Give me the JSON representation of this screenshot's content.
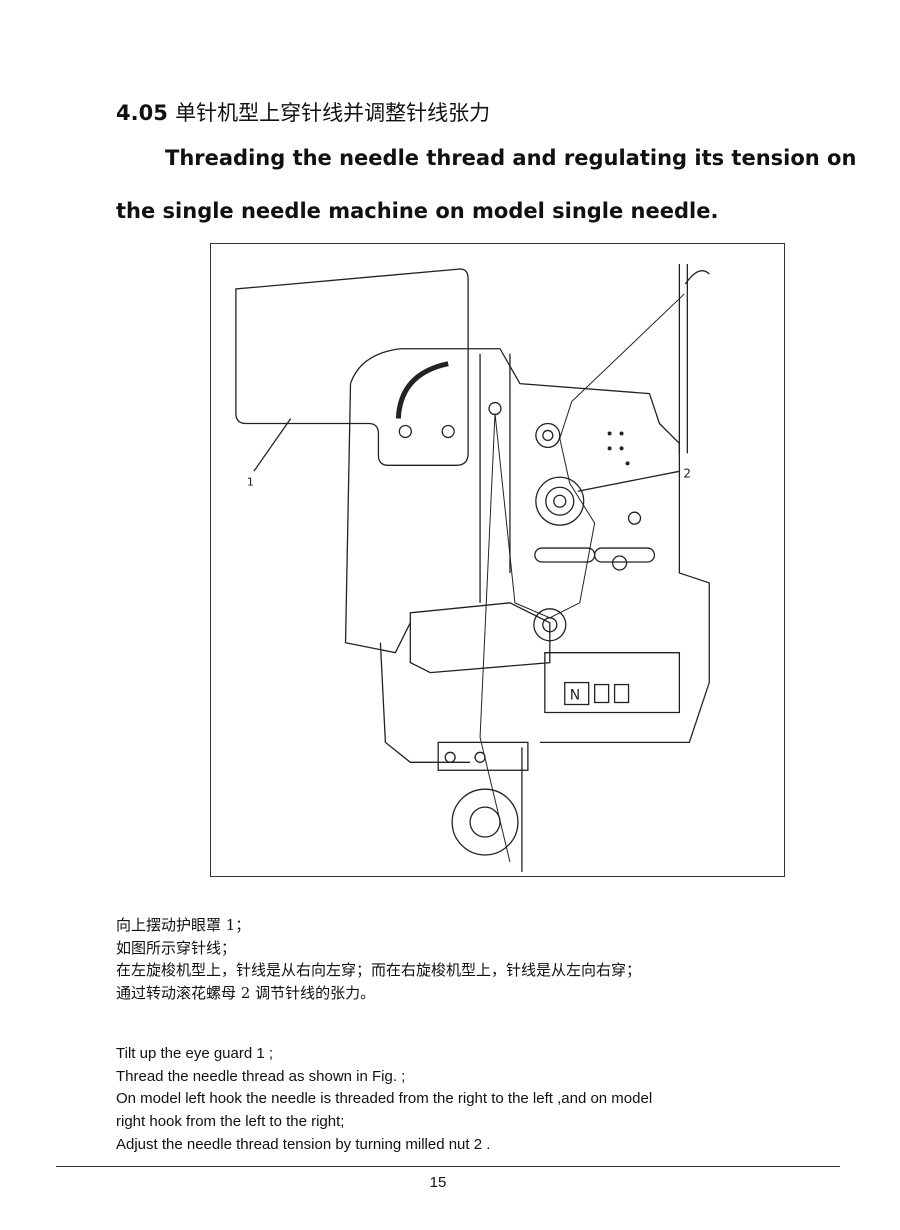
{
  "heading": {
    "number": "4.05",
    "chinese": "单针机型上穿针线并调整针线张力"
  },
  "subtitle": {
    "line1": "Threading the needle thread and regulating its tension on",
    "line2": "the single needle machine on model single needle."
  },
  "figure": {
    "label_1": "1",
    "label_2": "2",
    "panel_label": "N"
  },
  "chinese_instructions": [
    "向上摆动护眼罩 1；",
    "如图所示穿针线；",
    "在左旋梭机型上，针线是从右向左穿；而在右旋梭机型上，针线是从左向右穿；",
    "通过转动滚花螺母 2 调节针线的张力。"
  ],
  "english_instructions": [
    "Tilt up the eye guard 1 ;",
    "Thread the needle thread as shown in Fig. ;",
    "On model left hook the needle is threaded from the right to the left ,and on model",
    "right hook from the left to the right;",
    "Adjust the needle thread tension by turning milled nut 2 ."
  ],
  "page_number": "15"
}
